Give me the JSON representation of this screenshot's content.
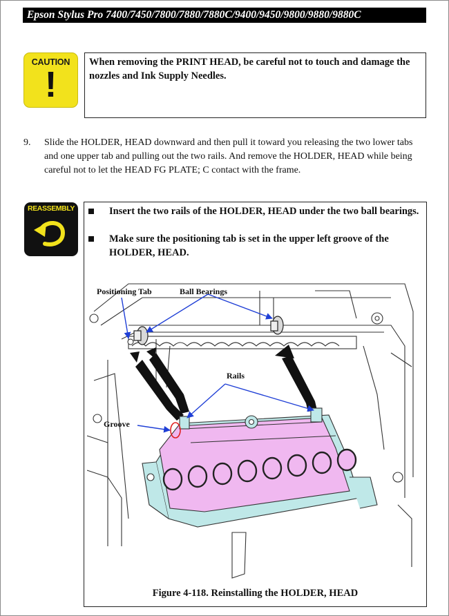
{
  "header": {
    "title": "Epson Stylus Pro 7400/7450/7800/7880/7880C/9400/9450/9800/9880/9880C"
  },
  "caution": {
    "icon_word": "CAUTION",
    "icon_symbol": "!",
    "text": "When removing the PRINT HEAD, be careful not to touch and damage the nozzles and Ink Supply Needles."
  },
  "step": {
    "number": "9.",
    "text": "Slide the HOLDER, HEAD downward and then pull it toward you releasing the two lower tabs and one upper tab and pulling out the two rails. And remove the HOLDER, HEAD while being careful not to let the HEAD FG PLATE; C contact with the frame."
  },
  "reassembly": {
    "icon_word": "REASSEMBLY",
    "bullets": [
      "Insert the two rails of the HOLDER, HEAD under the two ball bearings.",
      "Make sure the positioning tab is set in the upper left groove of the HOLDER, HEAD."
    ]
  },
  "figure": {
    "labels": {
      "positioning_tab": "Positioning Tab",
      "ball_bearings": "Ball Bearings",
      "rails": "Rails",
      "groove": "Groove"
    },
    "caption": "Figure 4-118.  Reinstalling the HOLDER, HEAD"
  },
  "colors": {
    "caution_yellow": "#f2e21c",
    "holder_pink": "#f0b8f0",
    "holder_cyan": "#bfe8e8",
    "arrow_blue": "#1f3fd6",
    "groove_red": "#e02020"
  }
}
